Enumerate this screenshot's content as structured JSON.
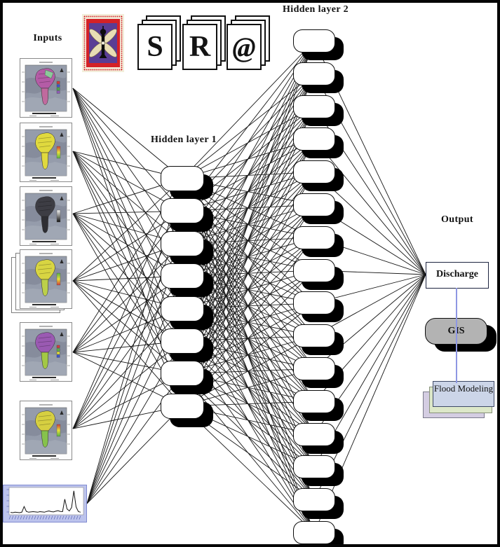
{
  "branding": {
    "stamp": {
      "icon": "university-stamp-icon",
      "red": "#d42127",
      "purple": "#5a3d95",
      "cream": "#f3eedb",
      "blade": "#e8ddb5",
      "figure": "#0c0c0c"
    },
    "card_letters": [
      "S",
      "R",
      "@"
    ]
  },
  "labels": {
    "inputs": "Inputs",
    "hidden_layer_1": "Hidden layer 1",
    "hidden_layer_2": "Hidden layer 2",
    "output": "Output"
  },
  "network": {
    "input_sources": 7,
    "hidden_layer_1_nodes": 8,
    "hidden_layer_2_nodes": 16,
    "output_nodes": 1,
    "line_color": "#161616"
  },
  "inputs": {
    "maps": [
      {
        "id": "input-map-1",
        "base": "#b45ca6",
        "tail": "#c06a9e",
        "patch": "#8cc99a",
        "legend": [
          "#cf3d3d",
          "#3c55c8",
          "#4daf4e",
          "#8e5bb5"
        ],
        "ramp": null,
        "stacked": false
      },
      {
        "id": "input-map-2",
        "base": "#e0d93e",
        "tail": "#e0d93e",
        "patch": null,
        "legend": null,
        "ramp": [
          "#d03a3a",
          "#e8e13a",
          "#55b244"
        ],
        "stacked": false
      },
      {
        "id": "input-map-3",
        "base": "#3d3d44",
        "tail": "#2e2e33",
        "patch": null,
        "legend": null,
        "ramp": [
          "#f5f5f5",
          "#0f0f0f"
        ],
        "stacked": false
      },
      {
        "id": "input-map-4",
        "base": "#d8d542",
        "tail": "#bcd04a",
        "patch": null,
        "legend": null,
        "ramp": [
          "#55b244",
          "#e8e13a",
          "#d03a3a"
        ],
        "stacked": true
      },
      {
        "id": "input-map-5",
        "base": "#9a5ab2",
        "tail": "#a3c845",
        "patch": null,
        "legend": [
          "#cf3d3d",
          "#55b244",
          "#e8e13a",
          "#3c55c8"
        ],
        "ramp": null,
        "stacked": false
      },
      {
        "id": "input-map-6",
        "base": "#d6cf41",
        "tail": "#86c24c",
        "patch": null,
        "legend": null,
        "ramp": [
          "#d03a3a",
          "#e8e13a",
          "#55b244"
        ],
        "stacked": false
      }
    ],
    "hydrograph": {
      "type": "line",
      "values": [
        4,
        3,
        5,
        4,
        3,
        5,
        28,
        8,
        5,
        6,
        7,
        6,
        5,
        7,
        6,
        5,
        8,
        10,
        7,
        6,
        9,
        11,
        8,
        7,
        58,
        18,
        10,
        24,
        92,
        26,
        7,
        5
      ],
      "frame_color": "#bcc3ec",
      "line_color": "#111111"
    }
  },
  "output": {
    "discharge": "Discharge",
    "gis": "GIS",
    "flood_modeling": "Flood Modeling",
    "colors": {
      "gis_fill": "#b3b3b3",
      "flood_front": "#ccd5e8",
      "flood_mid": "#dde8c9",
      "flood_back": "#d4cde2",
      "connector": "#8e97e3"
    }
  }
}
